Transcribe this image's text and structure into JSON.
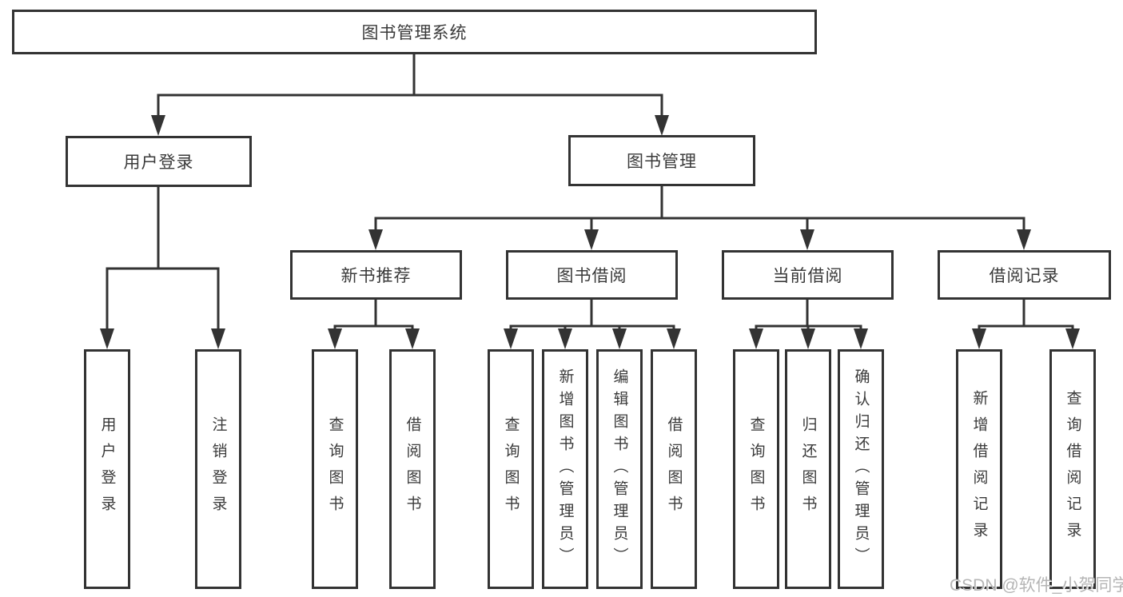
{
  "tree": {
    "label": "图书管理系统",
    "children": [
      {
        "label": "用户登录",
        "children": [
          {
            "label": "用户登录"
          },
          {
            "label": "注销登录"
          }
        ]
      },
      {
        "label": "图书管理",
        "children": [
          {
            "label": "新书推荐",
            "children": [
              {
                "label": "查询图书"
              },
              {
                "label": "借阅图书"
              }
            ]
          },
          {
            "label": "图书借阅",
            "children": [
              {
                "label": "查询图书"
              },
              {
                "label": "新增图书（管理员）"
              },
              {
                "label": "编辑图书（管理员）"
              },
              {
                "label": "借阅图书"
              }
            ]
          },
          {
            "label": "当前借阅",
            "children": [
              {
                "label": "查询图书"
              },
              {
                "label": "归还图书"
              },
              {
                "label": "确认归还（管理员）"
              }
            ]
          },
          {
            "label": "借阅记录",
            "children": [
              {
                "label": "新增借阅记录"
              },
              {
                "label": "查询借阅记录"
              }
            ]
          }
        ]
      }
    ]
  },
  "watermark": {
    "text": "CSDN @软件_小贺同学",
    "color": "#b5b5b5"
  },
  "colors": {
    "line": "#333333",
    "box_border": "#333333",
    "box_fill": "#ffffff",
    "text": "#3a3a3a",
    "background": "#ffffff"
  }
}
